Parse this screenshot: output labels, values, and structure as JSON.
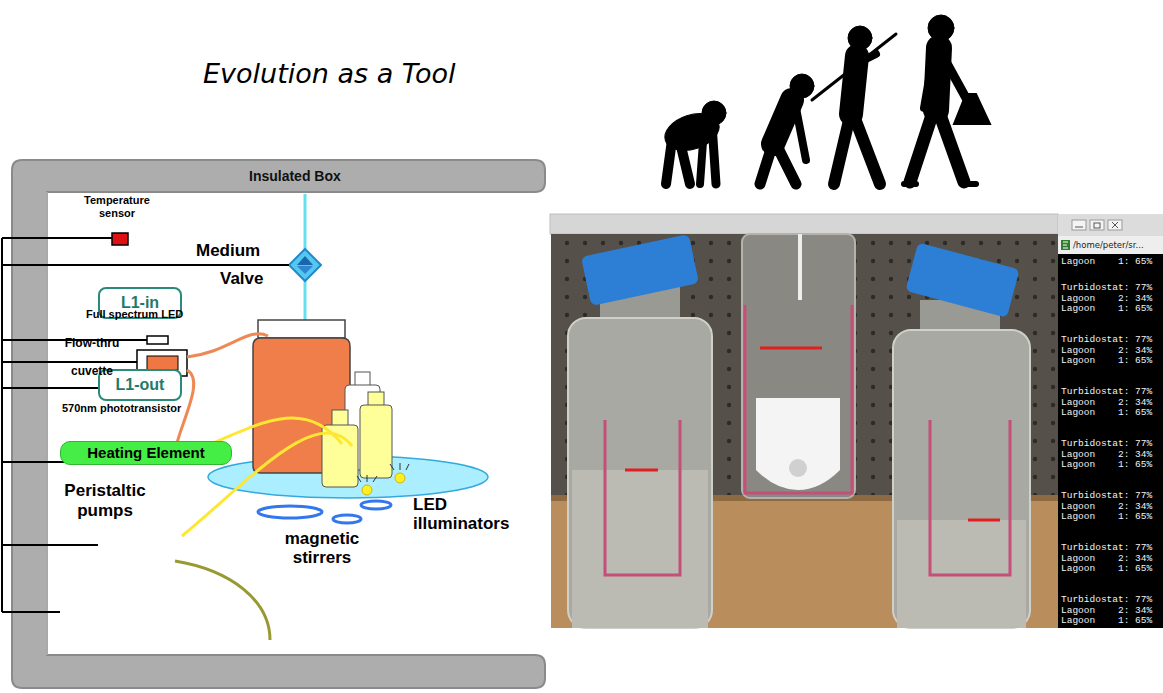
{
  "diagram": {
    "title": "Evolution as a Tool",
    "nodes": [
      {
        "text": [
          "Insulated Box"
        ]
      },
      {
        "text": [
          "L1-in"
        ],
        "in": 0
      },
      {
        "text": [
          "L1-out"
        ],
        "in": 0
      },
      {
        "text": [
          "Heating Element"
        ],
        "in": 0
      },
      {
        "text": [
          "/home/peter/sr...",
          "Lagoon    1: 65%",
          "Turbidostat: 77%",
          "Lagoon    2: 34%",
          "Lagoon    1: 65%",
          "Turbidostat: 77%",
          "Lagoon    2: 34%",
          "Lagoon    1: 65%",
          "Turbidostat: 77%",
          "Lagoon    2: 34%",
          "Lagoon    1: 65%",
          "Turbidostat: 77%",
          "Lagoon    2: 34%",
          "Lagoon    1: 65%",
          "Turbidostat: 77%",
          "Lagoon    2: 34%",
          "Lagoon    1: 65%",
          "Turbidostat: 77%",
          "Lagoon    2: 34%",
          "Lagoon    1: 65%",
          "Turbidostat: 77%",
          "Lagoon    2: 34%",
          "Lagoon    1: 65%"
        ]
      }
    ],
    "labels": [
      "Temperature sensor",
      "Medium",
      "Valve",
      "Full spectrum LED",
      "Flow-thru cuvette",
      "570nm phototransistor",
      "Peristaltic pumps",
      "magnetic stirrers",
      "LED illuminators"
    ]
  }
}
